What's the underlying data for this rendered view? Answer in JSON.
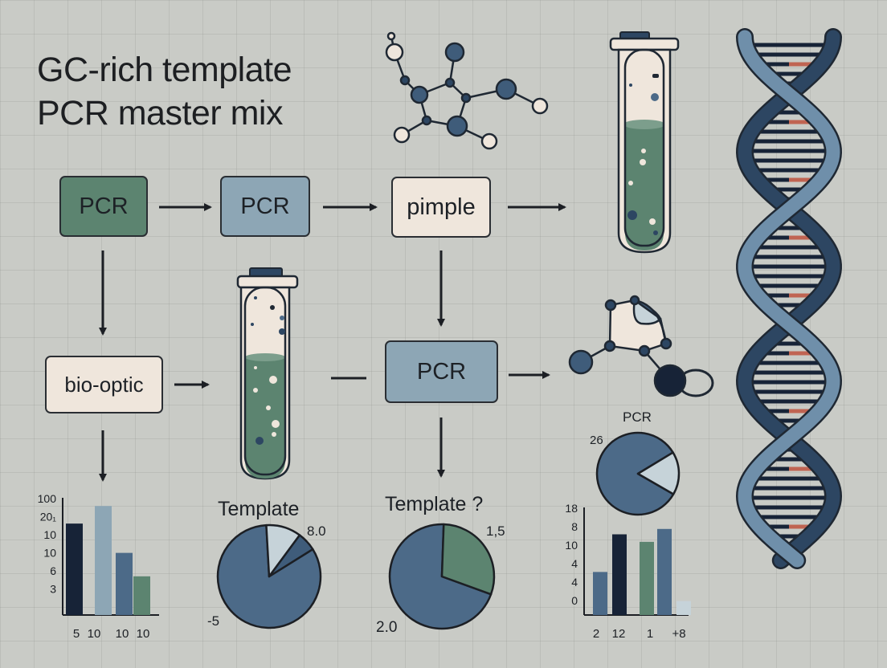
{
  "title": {
    "line1": "GC-rich template",
    "line2": "PCR master mix"
  },
  "boxes": {
    "b1": "PCR",
    "b2": "PCR",
    "b3": "pimple",
    "b4": "bio-optic",
    "b5": "PCR"
  },
  "colors": {
    "green": "#5c8470",
    "blue": "#8da6b5",
    "cream": "#efe6dc",
    "navy": "#2d4662",
    "steel": "#4c6a88",
    "dark": "#172337",
    "light": "#c6d3d9",
    "red": "#c06452"
  },
  "chart_data": [
    {
      "type": "bar",
      "title": "",
      "y_tick_labels": [
        "100",
        "20₁",
        "10",
        "10",
        "6",
        "3"
      ],
      "x_tick_labels": [
        "5",
        "10",
        "10",
        "10"
      ],
      "values": [
        78,
        93,
        53,
        33
      ],
      "bar_colors": [
        "#172337",
        "#8da6b5",
        "#4c6a88",
        "#5c8470"
      ]
    },
    {
      "type": "pie",
      "title": "Template",
      "labels": [
        "8.0",
        "-5"
      ],
      "slices": [
        {
          "value": 83,
          "color": "#4c6a88"
        },
        {
          "value": 11,
          "color": "#c6d3d9"
        },
        {
          "value": 6,
          "color": "#3f5c7a"
        }
      ]
    },
    {
      "type": "pie",
      "title": "Template ?",
      "labels": [
        "1,5",
        "2.0"
      ],
      "slices": [
        {
          "value": 70,
          "color": "#4c6a88"
        },
        {
          "value": 30,
          "color": "#5c8470"
        }
      ]
    },
    {
      "type": "pie",
      "title": "PCR",
      "labels": [
        "26"
      ],
      "slices": [
        {
          "value": 83,
          "color": "#4c6a88"
        },
        {
          "value": 17,
          "color": "#c6d3d9"
        }
      ]
    },
    {
      "type": "bar",
      "title": "",
      "y_tick_labels": [
        "18",
        "8",
        "10",
        "4",
        "4",
        "0"
      ],
      "x_tick_labels": [
        "2",
        "12",
        "1",
        "+8"
      ],
      "values": [
        40,
        75,
        0,
        68,
        80,
        13
      ],
      "bar_colors": [
        "#4c6a88",
        "#172337",
        "#5c8470",
        "#5c8470",
        "#4c6a88",
        "#c6d3d9"
      ]
    }
  ]
}
